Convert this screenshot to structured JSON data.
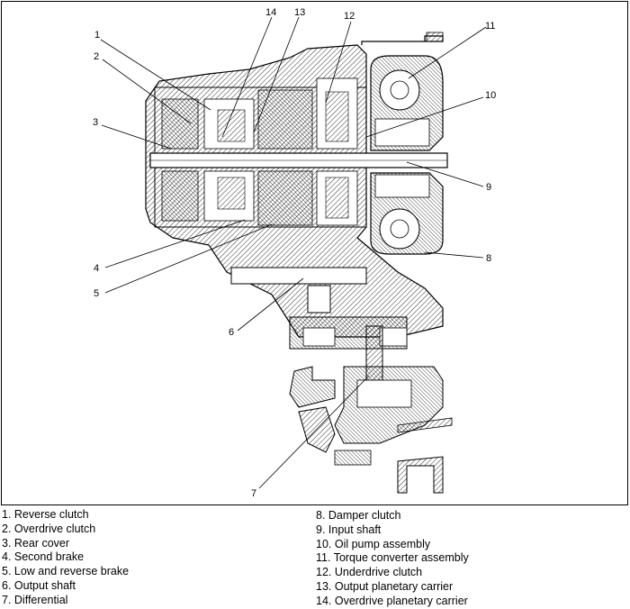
{
  "callout_numbers": [
    "1",
    "2",
    "3",
    "4",
    "5",
    "6",
    "7",
    "8",
    "9",
    "10",
    "11",
    "12",
    "13",
    "14"
  ],
  "legend": {
    "left": [
      "1. Reverse clutch",
      "2. Overdrive clutch",
      "3. Rear cover",
      "4. Second brake",
      "5. Low and reverse brake",
      "6. Output shaft",
      "7. Differential"
    ],
    "right": [
      "8. Damper clutch",
      "9. Input shaft",
      "10.  Oil pump assembly",
      "11.  Torque converter assembly",
      "12.  Underdrive clutch",
      "13.  Output planetary carrier",
      "14.  Overdrive planetary carrier"
    ]
  }
}
